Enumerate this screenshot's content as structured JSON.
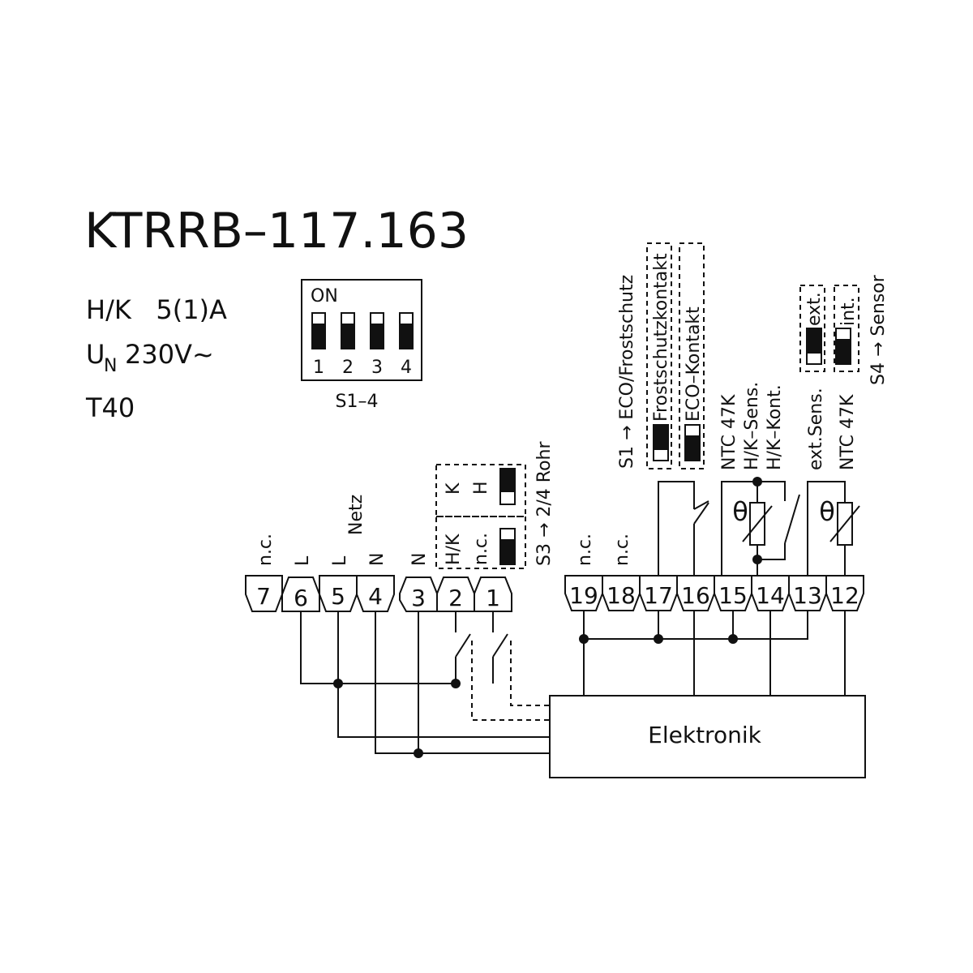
{
  "header": {
    "model": "KTRRB–117.163",
    "rating": "H/K   5(1)A",
    "voltage_symbol": "U",
    "voltage_subscript": "N",
    "voltage_value": "230V~",
    "temperature_class": "T40"
  },
  "dip_switch": {
    "on_label": "ON",
    "caption": "S1–4",
    "positions": [
      "1",
      "2",
      "3",
      "4"
    ],
    "states": [
      "off",
      "off",
      "off",
      "off"
    ]
  },
  "terminals": {
    "left_group": [
      "7",
      "6",
      "5",
      "4",
      "3",
      "2",
      "1"
    ],
    "right_group": [
      "19",
      "18",
      "17",
      "16",
      "15",
      "14",
      "13",
      "12"
    ],
    "labels": {
      "t7": "n.c.",
      "t6": "L",
      "t5": "L",
      "t4": "N",
      "t3": "N",
      "t19": "n.c.",
      "t18": "n.c."
    },
    "netz_label": "Netz"
  },
  "s3": {
    "label": "S3 → 2/4 Rohr",
    "upper_k": "K",
    "upper_h": "H",
    "lower_hk": "H/K",
    "lower_nc": "n.c."
  },
  "s1": {
    "label": "S1 → ECO/Frostschutz",
    "option_a": "Frostschutzkontakt",
    "option_b": "ECO–Kontakt"
  },
  "s4": {
    "label": "S4 → Sensor",
    "option_ext": "ext.",
    "option_int": "int."
  },
  "sensors": {
    "sensor_15_14": [
      "NTC 47K",
      "H/K–Sens.",
      "H/K–Kont."
    ],
    "sensor_13_12": [
      "ext.Sens.",
      "NTC 47K"
    ],
    "theta": "θ"
  },
  "electronics_label": "Elektronik"
}
